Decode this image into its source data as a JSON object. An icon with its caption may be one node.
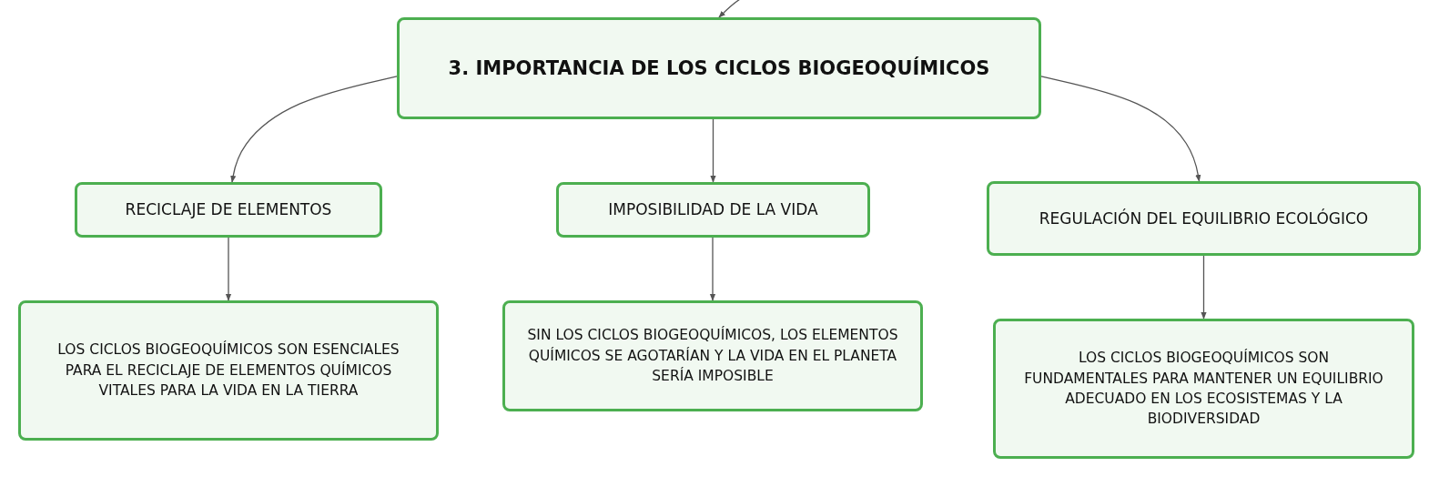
{
  "diagram": {
    "nodes": [
      {
        "text": [
          "3. IMPORTANCIA DE LOS CICLOS BIOGEOQUÍMICOS"
        ]
      },
      {
        "text": [
          "RECICLAJE DE ELEMENTOS"
        ]
      },
      {
        "text": [
          "IMPOSIBILIDAD DE LA VIDA"
        ]
      },
      {
        "text": [
          "REGULACIÓN DEL EQUILIBRIO ECOLÓGICO"
        ]
      },
      {
        "text": [
          "LOS CICLOS BIOGEOQUÍMICOS SON ESENCIALES PARA EL RECICLAJE DE ELEMENTOS QUÍMICOS VITALES PARA LA VIDA EN LA TIERRA"
        ]
      },
      {
        "text": [
          "SIN LOS CICLOS BIOGEOQUÍMICOS, LOS ELEMENTOS QUÍMICOS SE AGOTARÍAN Y LA VIDA EN EL PLANETA SERÍA IMPOSIBLE"
        ]
      },
      {
        "text": [
          "LOS CICLOS BIOGEOQUÍMICOS SON FUNDAMENTALES PARA MANTENER UN EQUILIBRIO ADECUADO EN LOS ECOSISTEMAS Y LA BIODIVERSIDAD"
        ]
      }
    ],
    "edges": [
      {
        "from": null,
        "to": 0,
        "arrow": "to"
      },
      {
        "from": 0,
        "to": 1,
        "arrow": "to"
      },
      {
        "from": 0,
        "to": 2,
        "arrow": "to"
      },
      {
        "from": 0,
        "to": 3,
        "arrow": "to"
      },
      {
        "from": 1,
        "to": 4,
        "arrow": "to"
      },
      {
        "from": 2,
        "to": 5,
        "arrow": "to"
      },
      {
        "from": 3,
        "to": 6,
        "arrow": "to"
      }
    ]
  }
}
